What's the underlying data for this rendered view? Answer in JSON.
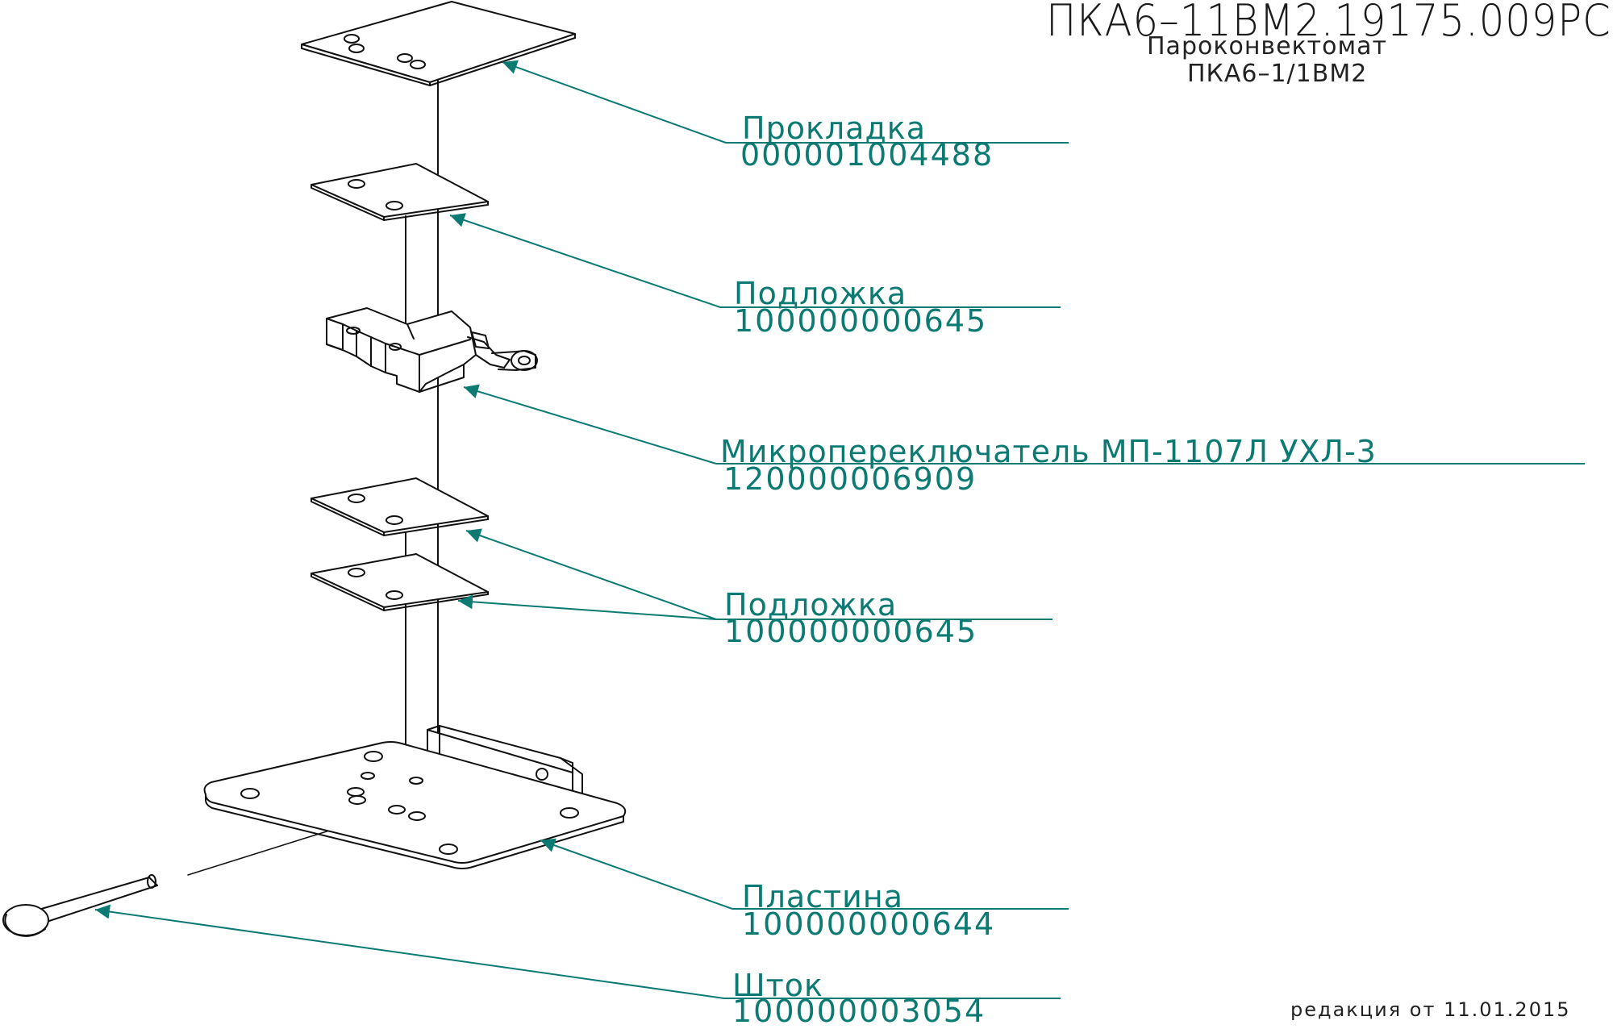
{
  "title_block": {
    "document_code": "ПКА6–11ВМ2.19175.009РС",
    "product_type": "Пароконвектомат",
    "product_model": "ПКА6–1/1ВМ2",
    "edition": "редакция от 11.01.2015"
  },
  "callouts": [
    {
      "name": "Прокладка",
      "code": "000001004488"
    },
    {
      "name": "Подложка",
      "code": "100000000645"
    },
    {
      "name": "Микропереключатель МП-1107Л УХЛ-3",
      "code": "120000006909"
    },
    {
      "name": "Подложка",
      "code": "100000000645"
    },
    {
      "name": "Пластина",
      "code": "100000000644"
    },
    {
      "name": "Шток",
      "code": "100000003054"
    }
  ],
  "colors": {
    "callout": "#0b7a73",
    "drawing": "#111111"
  }
}
